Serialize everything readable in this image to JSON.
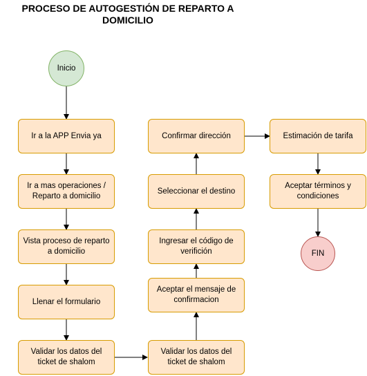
{
  "title": "PROCESO DE AUTOGESTIÓN DE REPARTO A DOMICILIO",
  "colors": {
    "process_fill": "#ffe6cc",
    "process_stroke": "#d79b00",
    "start_fill": "#d5e8d4",
    "start_stroke": "#82b366",
    "end_fill": "#f8cecc",
    "end_stroke": "#b85450",
    "edge": "#000000"
  },
  "nodes": {
    "start": "Inicio",
    "step_app": "Ir a la APP Envia ya",
    "step_operations": "Ir a mas operaciones / Reparto a domicilio",
    "step_view_process": "Vista proceso de reparto a domicilio",
    "step_fill_form": "Llenar el formulario",
    "step_validate_1": "Validar los datos del ticket de shalom",
    "step_validate_2": "Validar los datos del ticket de shalom",
    "step_accept_message": "Aceptar el mensaje de confirmacion",
    "step_enter_code": "Ingresar el código de verifición",
    "step_select_destination": "Seleccionar el destino",
    "step_confirm_address": "Confirmar dirección",
    "step_rate_estimate": "Estimación de tarifa",
    "step_accept_terms": "Aceptar términos y condiciones",
    "end": "FIN"
  }
}
